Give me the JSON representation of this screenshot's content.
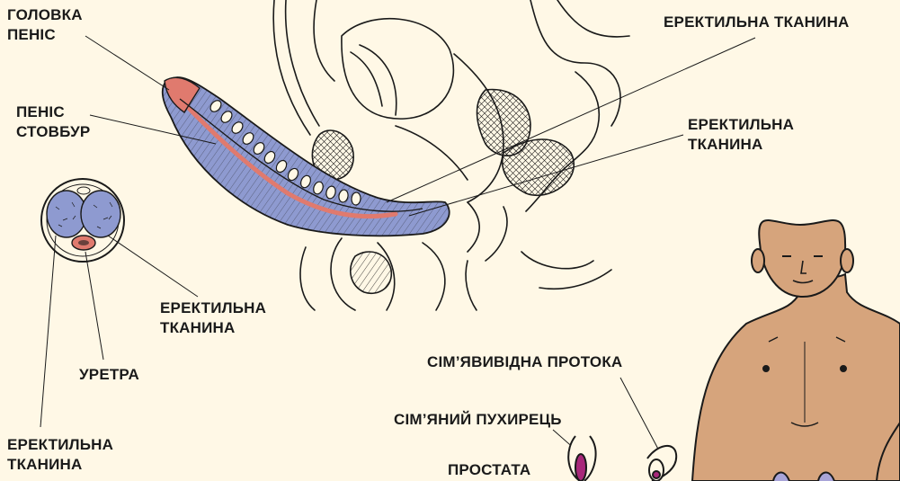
{
  "labels": {
    "glans": [
      "ГОЛОВКА",
      "ПЕНІС"
    ],
    "shaft": [
      "ПЕНІС",
      "СТОВБУР"
    ],
    "erectile_top": [
      "ЕРЕКТИЛЬНА ТКАНИНА"
    ],
    "erectile_right": [
      "ЕРЕКТИЛЬНА",
      "ТКАНИНА"
    ],
    "erectile_mid": [
      "ЕРЕКТИЛЬНА",
      "ТКАНИНА"
    ],
    "urethra": [
      "УРЕТРА"
    ],
    "erectile_bottom": [
      "ЕРЕКТИЛЬНА",
      "ТКАНИНА"
    ],
    "vas_deferens": [
      "СІМ’ЯВИВІДНА ПРОТОКА"
    ],
    "seminal_vesicle": [
      "СІМ’ЯНИЙ ПУХИРЕЦЬ"
    ],
    "prostate": [
      "ПРОСТАТА"
    ]
  },
  "colors": {
    "background": "#fff8e6",
    "erectile_tissue": "#8e9ad0",
    "urethra": "#e07a6e",
    "skin": "#d6a47c",
    "outline": "#1a1a1a",
    "prostate": "#a8a4d8"
  }
}
